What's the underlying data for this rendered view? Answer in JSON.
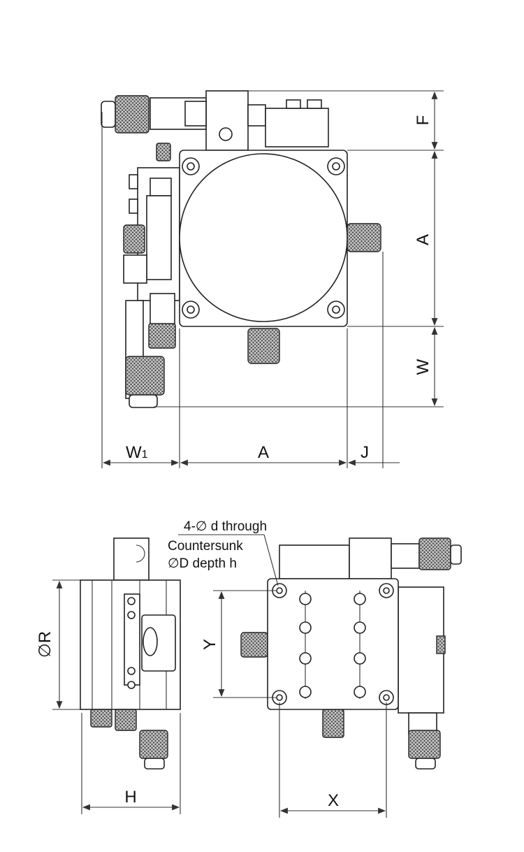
{
  "top_view": {
    "dims": {
      "F": "F",
      "A_vertical": "A",
      "W": "W",
      "W1_main": "W",
      "W1_sub": "1",
      "A_horizontal": "A",
      "J": "J"
    }
  },
  "side_view": {
    "dims": {
      "R": "∅R",
      "H": "H"
    }
  },
  "bottom_view": {
    "note_line1": "4-∅ d through",
    "note_line2": "Countersunk",
    "note_line3": "∅D depth h",
    "dims": {
      "Y": "Y",
      "X": "X"
    }
  }
}
